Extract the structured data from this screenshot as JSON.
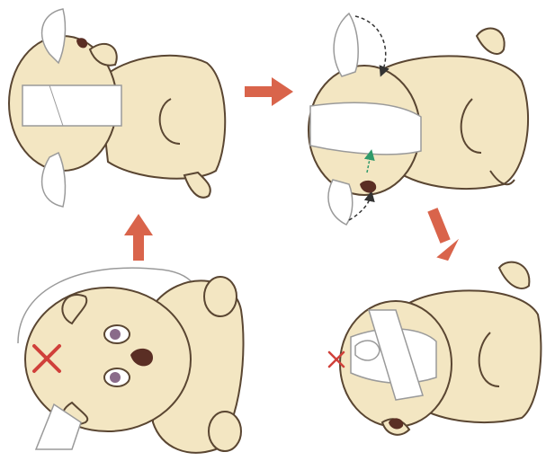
{
  "diagram": {
    "steps": [
      {
        "id": "step-1",
        "x_mark": true
      },
      {
        "id": "step-2",
        "x_mark": false
      },
      {
        "id": "step-3",
        "x_mark": false
      },
      {
        "id": "step-4",
        "x_mark": true
      }
    ],
    "arrows": [
      {
        "from": "step-1",
        "to": "step-2"
      },
      {
        "from": "step-2",
        "to": "step-3"
      },
      {
        "from": "step-3",
        "to": "step-4"
      }
    ]
  },
  "colors": {
    "background": "#ffffff",
    "fur": "#f3e6c2",
    "fur_shade": "#e2d1a7",
    "outline": "#5a4632",
    "nose": "#5a2e24",
    "bandage": "#ffffff",
    "bandage_outline": "#9a9a9a",
    "arrow": "#d9644b",
    "x_mark": "#d0403a",
    "guide_dash": "#333333",
    "guide_green": "#2f9a6b"
  }
}
